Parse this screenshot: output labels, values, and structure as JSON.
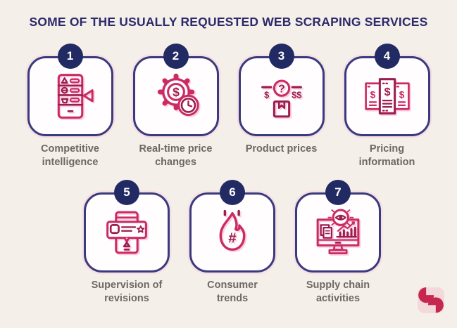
{
  "title": "SOME OF THE USUALLY REQUESTED WEB SCRAPING SERVICES",
  "colors": {
    "background": "#f4efe9",
    "title": "#2d2a6b",
    "box_border": "#3a3a7e",
    "badge_background": "#222a63",
    "badge_text": "#ffffff",
    "icon_primary": "#cb2b62",
    "icon_dark": "#9c1d4e",
    "icon_glow": "#f8c6db",
    "label_text": "#6e6862",
    "logo": "#c5274f"
  },
  "cards": [
    {
      "number": "1",
      "label": "Competitive\nintelligence",
      "icon": "smartphone-listings-icon"
    },
    {
      "number": "2",
      "label": "Real-time price\nchanges",
      "icon": "gear-dollar-clock-icon"
    },
    {
      "number": "3",
      "label": "Product prices",
      "icon": "price-question-package-icon"
    },
    {
      "number": "4",
      "label": "Pricing\ninformation",
      "icon": "pricing-panels-icon"
    },
    {
      "number": "5",
      "label": "Supervision of\nrevisions",
      "icon": "phone-review-bubble-icon"
    },
    {
      "number": "6",
      "label": "Consumer\ntrends",
      "icon": "flame-hashtag-icon"
    },
    {
      "number": "7",
      "label": "Supply chain\nactivities",
      "icon": "monitor-analytics-eye-icon"
    }
  ],
  "glyphs": {
    "dollar": "$",
    "double_dollar": "$$",
    "question": "?",
    "hashtag": "#"
  }
}
